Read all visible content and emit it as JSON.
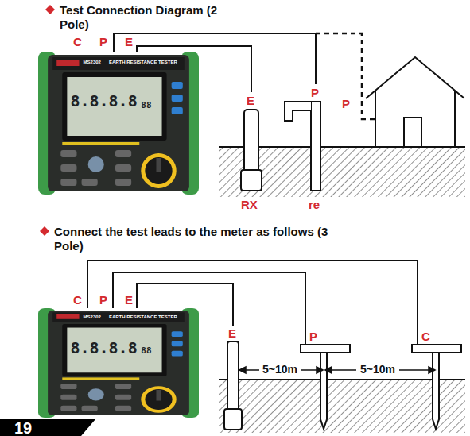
{
  "diagram": {
    "title": "Test Connection Diagram (2 Pole)",
    "nodes": [
      {
        "text": [
          "MS2302",
          "EARTH RESISTANCE TESTER",
          "8.8.8.8",
          "88"
        ]
      },
      {
        "text": [
          "MS2302",
          "EARTH RESISTANCE TESTER",
          "8.8.8.8",
          "88"
        ]
      }
    ],
    "labels": [
      "C",
      "P",
      "E",
      "E",
      "P",
      "P",
      "RX",
      "re",
      "Connect the test leads to the meter as follows (3 Pole)",
      "C",
      "P",
      "E",
      "E",
      "P",
      "C",
      "5~10m",
      "5~10m",
      "19"
    ]
  }
}
